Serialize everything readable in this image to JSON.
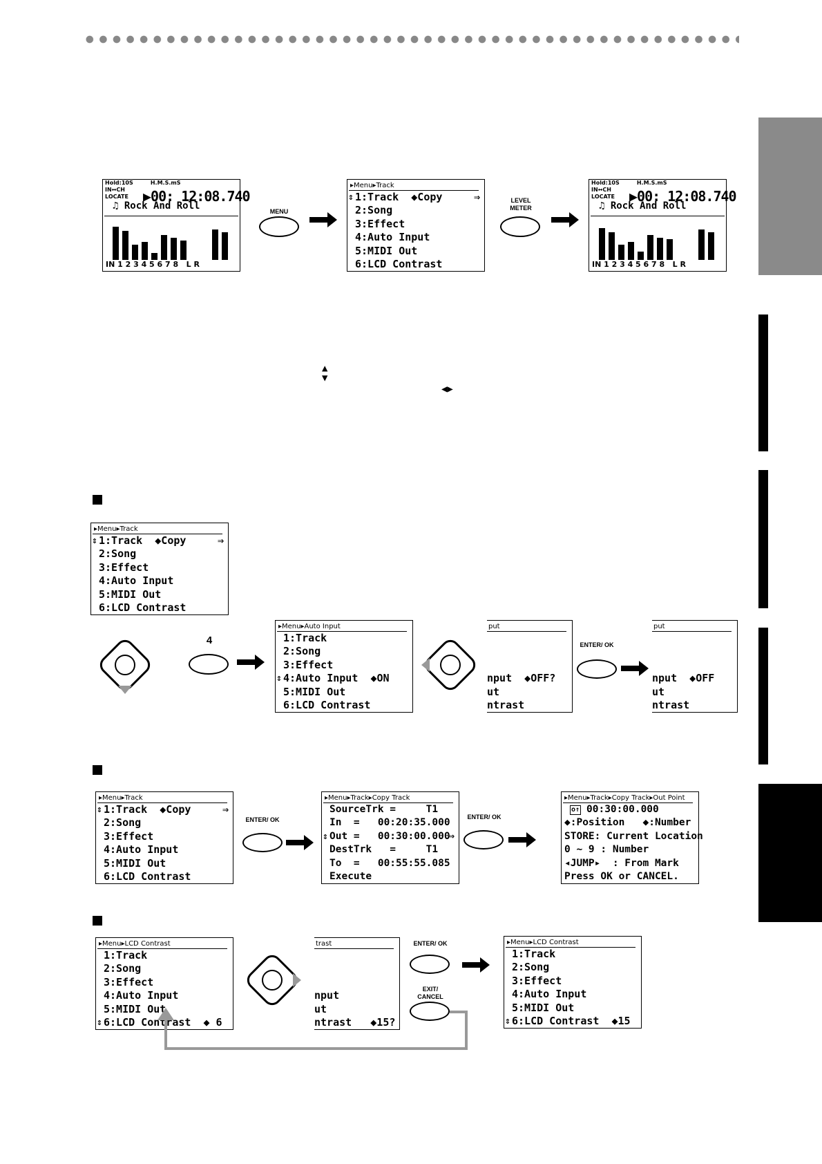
{
  "home_screen": {
    "hold": "Hold:10S",
    "time_format": "H.M.S.mS",
    "in_ch": "IN↔CH",
    "locate": "LOCATE",
    "time": "00: 12:08.740",
    "song": "Rock And Roll",
    "channels": "IN 1 2 3 4 5 6 7 8   L R",
    "scale": [
      "0",
      "3",
      "6",
      "12",
      "18",
      "30",
      "42",
      "60"
    ]
  },
  "menu_track": {
    "header": "Menu▸Track",
    "items": [
      "1:Track",
      "2:Song",
      "3:Effect",
      "4:Auto Input",
      "5:MIDI Out",
      "6:LCD Contrast"
    ],
    "copy": "◆Copy",
    "next": "⇒"
  },
  "buttons": {
    "menu": "MENU",
    "level_meter": "LEVEL METER",
    "enter_ok": "ENTER/ OK",
    "exit_cancel": "EXIT/ CANCEL",
    "number_4": "4"
  },
  "auto_input": {
    "header": "Menu▸Auto Input",
    "items": [
      "1:Track",
      "2:Song",
      "3:Effect",
      "4:Auto Input",
      "5:MIDI Out",
      "6:LCD Contrast"
    ],
    "on": "◆ON",
    "clip_header": "put",
    "clip_lines": [
      "nput  ◆OFF?",
      "ut",
      "ntrast"
    ],
    "clip_lines_done": [
      "nput  ◆OFF",
      "ut",
      "ntrast"
    ]
  },
  "copy_track": {
    "header": "Menu▸Track▸Copy Track",
    "lines": [
      "SourceTrk =     T1",
      "In  =   00:20:35.000",
      "Out =   00:30:00.000",
      "DestTrk   =     T1",
      "To  =   00:55:55.085",
      "Execute"
    ]
  },
  "out_point": {
    "header": "Menu▸Track▸Copy Track▸Out Point",
    "lines": [
      "00:30:00.000",
      "◆:Position   ◆:Number",
      "STORE: Current Location",
      "0 ~ 9 : Number",
      "◂JUMP▸  : From Mark",
      "Press OK or CANCEL."
    ]
  },
  "lcd_contrast": {
    "header": "Menu▸LCD Contrast",
    "items": [
      "1:Track",
      "2:Song",
      "3:Effect",
      "4:Auto Input",
      "5:MIDI Out",
      "6:LCD Contrast"
    ],
    "value_before": "◆ 6",
    "clip_header": "trast",
    "clip_lines": [
      "nput",
      "ut",
      "ntrast   ◆15?"
    ],
    "value_after": "◆15"
  }
}
